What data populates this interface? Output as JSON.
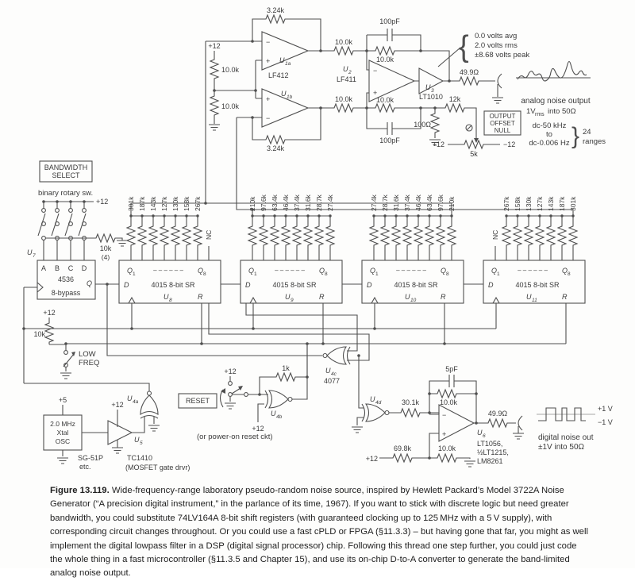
{
  "sym": {
    "minus": "−",
    "plus": "+",
    "brace_open": "{",
    "brace_close": "}",
    "dashes": "– – – – – –"
  },
  "rails": {
    "p12": "+12",
    "m12": "−12",
    "p5": "+5"
  },
  "analog": {
    "r_div1": "10.0k",
    "r_div2": "10.0k",
    "r_fb_a": "3.24k",
    "r_fb_b": "3.24k",
    "u_main": "U",
    "u1a_sub": "1a",
    "u1b_sub": "1b",
    "u1_part": "LF412",
    "r_in_a": "10.0k",
    "r_in_b": "10.0k",
    "u2_sub": "2",
    "u2_part": "LF411",
    "r_fb_top": "10.0k",
    "c_fb_top": "100pF",
    "r_fb_bot": "10.0k",
    "c_fb_bot": "100pF",
    "u3_sub": "3",
    "u3_part": "LT1010",
    "r_out": "49.9Ω",
    "spec1": "0.0 volts avg",
    "spec2": "2.0 volts rms",
    "spec3": "±8.68 volts peak",
    "out1": "analog noise output",
    "out2a": "1V",
    "out2b": "rms",
    "out2c": "into 50Ω",
    "r_12k": "12k",
    "r_100": "100Ω",
    "pot": "5k",
    "null1": "OUTPUT",
    "null2": "OFFSET",
    "null3": "NULL",
    "range1": "dc-50 kHz",
    "range2": "to",
    "range3": "dc-0.006 Hz",
    "range4": "24",
    "range5": "ranges"
  },
  "bw": {
    "box1": "BANDWIDTH",
    "box2": "SELECT",
    "sw": "binary rotary sw.",
    "r10k": "10k",
    "r10k_qty": "(4)"
  },
  "u7": {
    "u": "U",
    "sub": "7",
    "pin_a": "A",
    "pin_b": "B",
    "pin_c": "C",
    "pin_d": "D",
    "part": "4536",
    "q": "Q",
    "mode": "8-bypass"
  },
  "lowfreq": {
    "r": "10k",
    "l1": "LOW",
    "l2": "FREQ"
  },
  "sr": {
    "q": "Q",
    "q1_sub": "1",
    "q8_sub": "8",
    "d": "D",
    "part": "4015 8-bit SR",
    "r": "R",
    "u": "U",
    "u8_sub": "8",
    "u9_sub": "9",
    "u10_sub": "10",
    "u11_sub": "11",
    "nc": "NC"
  },
  "banks": {
    "b1": [
      "301k",
      "187k",
      "143k",
      "127k",
      "130k",
      "158k",
      "267k"
    ],
    "b2": [
      "210k",
      "97.6k",
      "63.4k",
      "46.4k",
      "37.4k",
      "31.6k",
      "28.7k",
      "27.4k"
    ],
    "b3": [
      "27.4k",
      "28.7k",
      "31.6k",
      "37.4k",
      "46.4k",
      "63.4k",
      "97.6k",
      "210k"
    ],
    "b4": [
      "267k",
      "158k",
      "130k",
      "127k",
      "143k",
      "187k",
      "301k"
    ]
  },
  "osc": {
    "box1": "2.0 MHz",
    "box2": "Xtal",
    "box3": "OSC",
    "mfr1": "SG-51P",
    "mfr2": "etc.",
    "u5_sub": "5",
    "u5_part": "TC1410",
    "u5_note": "(MOSFET gate drvr)"
  },
  "gates": {
    "u": "U",
    "a_sub": "4a",
    "b_sub": "4b",
    "c_sub": "4c",
    "d_sub": "4d",
    "c_part": "4077"
  },
  "reset": {
    "box": "RESET",
    "r1k": "1k",
    "note": "(or power-on reset ckt)"
  },
  "dout": {
    "r_in": "30.1k",
    "c_fb": "5pF",
    "r_fb": "10.0k",
    "r_b1": "69.8k",
    "r_b2": "10.0k",
    "r_out": "49.9Ω",
    "u6_sub": "6",
    "part1": "LT1056,",
    "part2": "½LT1215,",
    "part3": "LM8261",
    "p1": "+1 V",
    "m1": "−1 V",
    "out1": "digital noise out",
    "out2": "±1V into 50Ω"
  },
  "caption": {
    "label": "Figure 13.119.",
    "text": "  Wide-frequency-range laboratory pseudo-random noise source, inspired by Hewlett Packard’s Model 3722A Noise Generator (“A precision digital instrument,” in the parlance of its time, 1967). If you want to stick with discrete logic but need greater bandwidth, you could substitute 74LV164A 8-bit shift registers (with guaranteed clocking up to 125 MHz with a 5 V supply), with corresponding circuit changes throughout. Or you could use a fast cPLD or FPGA (§11.3.3) – but having gone that far, you might as well implement the digital lowpass filter in a DSP (digital signal processor) chip. Following this thread one step further, you could just code the whole thing in a fast microcontroller (§11.3.5 and Chapter 15), and use its on-chip D-to-A converter to generate the band-limited analog noise output."
  }
}
